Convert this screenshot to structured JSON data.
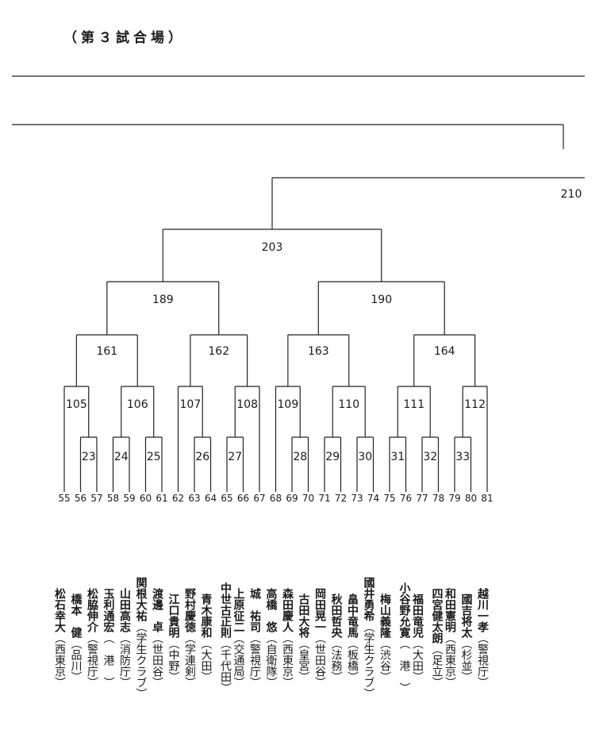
{
  "title": "（第３試合場）",
  "matches": [
    {
      "no": "23"
    },
    {
      "no": "24"
    },
    {
      "no": "25"
    },
    {
      "no": "26"
    },
    {
      "no": "27"
    },
    {
      "no": "28"
    },
    {
      "no": "29"
    },
    {
      "no": "30"
    },
    {
      "no": "31"
    },
    {
      "no": "32"
    },
    {
      "no": "33"
    },
    {
      "no": "105"
    },
    {
      "no": "106"
    },
    {
      "no": "107"
    },
    {
      "no": "108"
    },
    {
      "no": "109"
    },
    {
      "no": "110"
    },
    {
      "no": "111"
    },
    {
      "no": "112"
    },
    {
      "no": "161"
    },
    {
      "no": "162"
    },
    {
      "no": "163"
    },
    {
      "no": "164"
    },
    {
      "no": "189"
    },
    {
      "no": "190"
    },
    {
      "no": "203"
    },
    {
      "no": "210"
    }
  ],
  "players": [
    {
      "no": "55",
      "name": "松石幸大",
      "team": "（西東京）"
    },
    {
      "no": "56",
      "name": "橋本　健",
      "team": "（品川）"
    },
    {
      "no": "57",
      "name": "松脇伸介",
      "team": "（警視庁）"
    },
    {
      "no": "58",
      "name": "玉利通宏",
      "team": "（　港　）"
    },
    {
      "no": "59",
      "name": "山田高志",
      "team": "（消防庁）"
    },
    {
      "no": "60",
      "name": "関根大祐",
      "team": "（学生クラブ）"
    },
    {
      "no": "61",
      "name": "渡邊　卓",
      "team": "（世田谷）"
    },
    {
      "no": "62",
      "name": "江口貴明",
      "team": "（中野）"
    },
    {
      "no": "63",
      "name": "野村慶徳",
      "team": "（学連剣）"
    },
    {
      "no": "64",
      "name": "青木康和",
      "team": "（大田）"
    },
    {
      "no": "65",
      "name": "中世古正則",
      "team": "（千代田）"
    },
    {
      "no": "66",
      "name": "上原征二",
      "team": "（交通局）"
    },
    {
      "no": "67",
      "name": "城　祐司",
      "team": "（警視庁）"
    },
    {
      "no": "68",
      "name": "高橋　悠",
      "team": "（自衛隊）"
    },
    {
      "no": "69",
      "name": "森田慶人",
      "team": "（西東京）"
    },
    {
      "no": "70",
      "name": "古田大将",
      "team": "（皇宮）"
    },
    {
      "no": "71",
      "name": "岡田晃一",
      "team": "（世田谷）"
    },
    {
      "no": "72",
      "name": "秋田哲央",
      "team": "（法務）"
    },
    {
      "no": "73",
      "name": "畠中竜馬",
      "team": "（板橋）"
    },
    {
      "no": "74",
      "name": "國井勇希",
      "team": "（学生クラブ）"
    },
    {
      "no": "75",
      "name": "梅山義隆",
      "team": "（渋谷）"
    },
    {
      "no": "76",
      "name": "小谷野允寛",
      "team": "（　港　）"
    },
    {
      "no": "77",
      "name": "福田竜児",
      "team": "（大田）"
    },
    {
      "no": "78",
      "name": "四宮健太朗",
      "team": "（足立）"
    },
    {
      "no": "79",
      "name": "和田憲明",
      "team": "（西東京）"
    },
    {
      "no": "80",
      "name": "國吉将太",
      "team": "（杉並）"
    },
    {
      "no": "81",
      "name": "越川一孝",
      "team": "（警視庁）"
    }
  ]
}
